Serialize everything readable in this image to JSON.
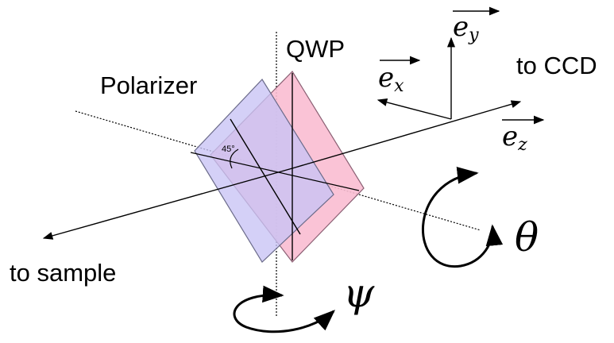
{
  "labels": {
    "qwp": "QWP",
    "polarizer": "Polarizer",
    "to_ccd": "to CCD",
    "to_sample": "to sample",
    "angle": "45°",
    "theta": "θ",
    "psi": "ψ"
  },
  "vectors": {
    "ex": {
      "base": "e",
      "sub": "x"
    },
    "ey": {
      "base": "e",
      "sub": "y"
    },
    "ez": {
      "base": "e",
      "sub": "z"
    }
  },
  "colors": {
    "polarizer_fill": "#c8c3f5",
    "qwp_fill": "#f9bcd2",
    "overlap_fill": "#d7a9e3",
    "stroke": "#000000",
    "plate_edge": "#6b6b8a"
  }
}
